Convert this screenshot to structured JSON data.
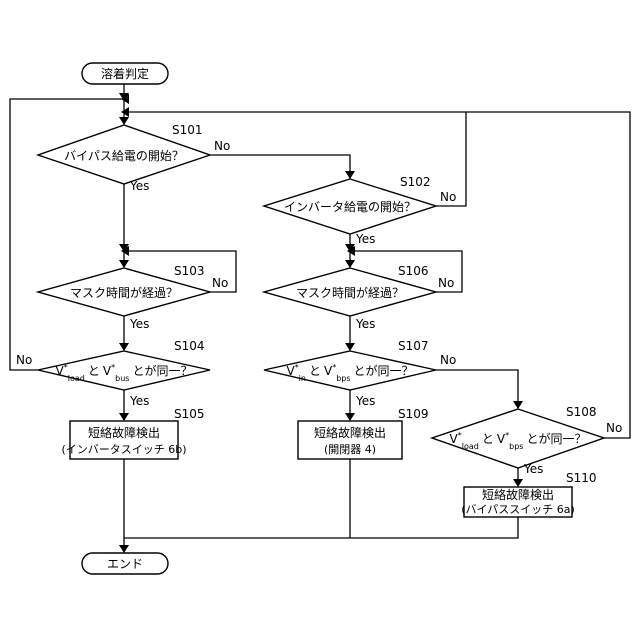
{
  "nodes": {
    "start": "溶着判定",
    "end": "エンド",
    "s101": "バイパス給電の開始？",
    "s102": "インバータ給電の開始？",
    "s103": "マスク時間が経過？",
    "s106": "マスク時間が経過？",
    "s104": {
      "v1": "V",
      "star1": "*",
      "sub1": "load",
      "mid": "と",
      "v2": "V",
      "star2": "*",
      "sub2": "bus",
      "tail": "とが同一？"
    },
    "s107": {
      "v1": "V",
      "star1": "*",
      "sub1": "in",
      "mid": "と",
      "v2": "V",
      "star2": "*",
      "sub2": "bps",
      "tail": "とが同一？"
    },
    "s108": {
      "v1": "V",
      "star1": "*",
      "sub1": "load",
      "mid": "と",
      "v2": "V",
      "star2": "*",
      "sub2": "bps",
      "tail": "とが同一？"
    },
    "s105": {
      "line1": "短絡故障検出",
      "line2": "(インバータスイッチ 6b)"
    },
    "s109": {
      "line1": "短絡故障検出",
      "line2": "(開閉器 4)"
    },
    "s110": {
      "line1": "短絡故障検出",
      "line2": "(バイパススイッチ 6a)"
    }
  },
  "step_labels": {
    "s101": "S101",
    "s102": "S102",
    "s103": "S103",
    "s104": "S104",
    "s105": "S105",
    "s106": "S106",
    "s107": "S107",
    "s108": "S108",
    "s109": "S109",
    "s110": "S110"
  },
  "branch_labels": {
    "s101_yes": "Yes",
    "s101_no": "No",
    "s102_yes": "Yes",
    "s102_no": "No",
    "s103_yes": "Yes",
    "s103_no": "No",
    "s104_yes": "Yes",
    "s104_no": "No",
    "s106_yes": "Yes",
    "s106_no": "No",
    "s107_yes": "Yes",
    "s107_no": "No",
    "s108_yes": "Yes",
    "s108_no": "No"
  }
}
